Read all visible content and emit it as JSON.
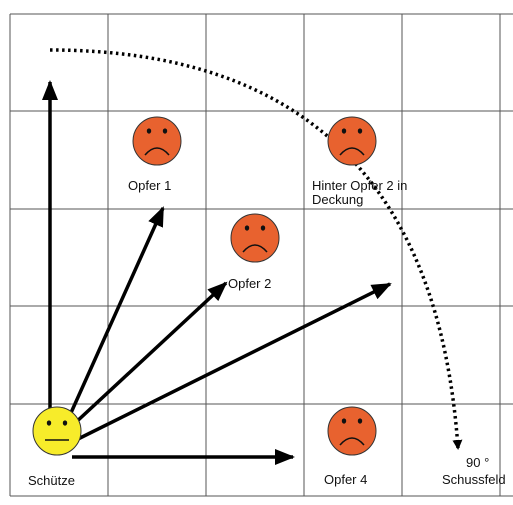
{
  "shooter": {
    "label": "Schütze",
    "face_color": "#f7ec2a"
  },
  "victims": [
    {
      "label": "Opfer 1",
      "face_color": "#e8622f"
    },
    {
      "label": "Opfer 2",
      "face_color": "#e8622f"
    },
    {
      "label": "Hinter Opfer 2 in Deckung",
      "face_color": "#e8622f"
    },
    {
      "label": "Opfer 4",
      "face_color": "#e8622f"
    }
  ],
  "field_of_fire": {
    "angle_label": "90 °",
    "label": "Schussfeld"
  },
  "colors": {
    "grid": "#555555",
    "arrow": "#000000",
    "face_outline": "#333333"
  }
}
